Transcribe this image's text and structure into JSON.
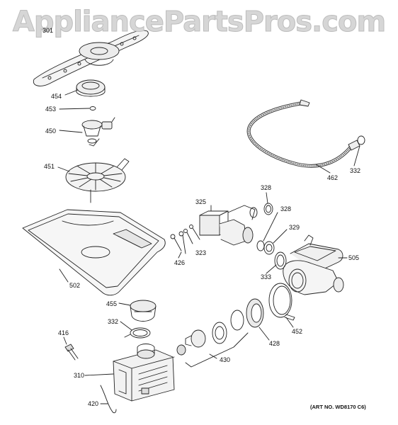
{
  "watermark": "AppliancePartsPros.com",
  "art_number": "(ART NO. WD8170 C6)",
  "callouts": {
    "p301": "301",
    "p454": "454",
    "p453": "453",
    "p450": "450",
    "p451": "451",
    "p462": "462",
    "p332a": "332",
    "p328a": "328",
    "p325": "325",
    "p328b": "328",
    "p329": "329",
    "p323": "323",
    "p426": "426",
    "p505": "505",
    "p333": "333",
    "p502": "502",
    "p455": "455",
    "p332b": "332",
    "p416": "416",
    "p452": "452",
    "p428": "428",
    "p430": "430",
    "p310": "310",
    "p420": "420"
  }
}
